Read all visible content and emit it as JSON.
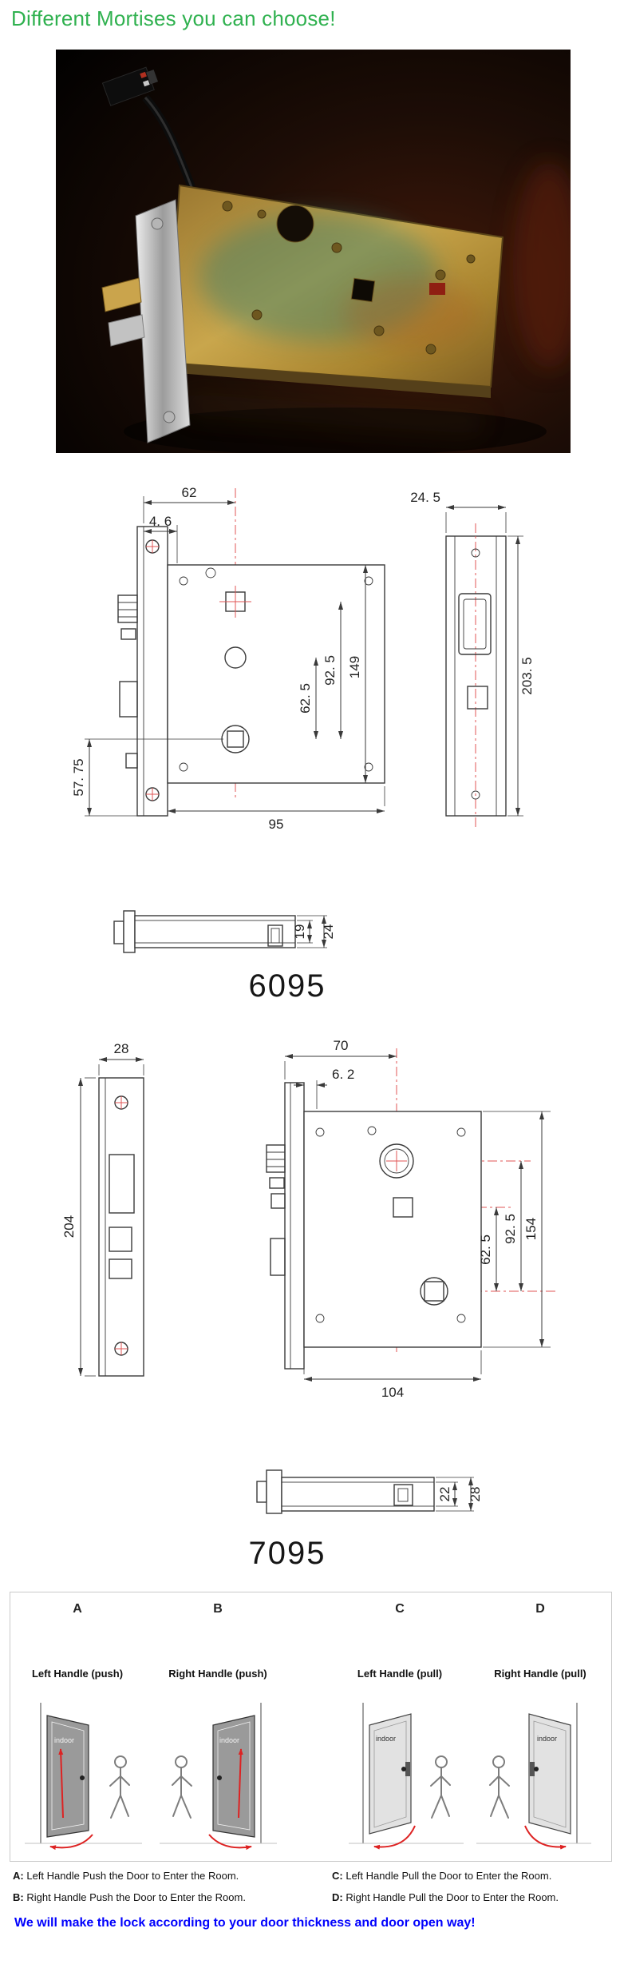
{
  "title": "Different Mortises you can choose!",
  "footer_note": "We will make the lock according to your door thickness and door open way!",
  "mortise_6095": {
    "model": "6095",
    "front_dims": {
      "backset": "62",
      "edge_offset": "4. 6",
      "hole_span_lower": "62. 5",
      "hole_span_upper": "92. 5",
      "body_height": "149",
      "bottom_offset": "57. 75",
      "body_width": "95"
    },
    "faceplate_dims": {
      "width": "24. 5",
      "height": "203. 5"
    },
    "edge_dims": {
      "inner": "19",
      "outer": "24"
    }
  },
  "mortise_7095": {
    "model": "7095",
    "faceplate_dims": {
      "width": "28",
      "height": "204"
    },
    "front_dims": {
      "backset": "70",
      "edge_offset": "6. 2",
      "hole_span_lower": "62. 5",
      "hole_span_upper": "92. 5",
      "body_height": "154",
      "body_width": "104"
    },
    "edge_dims": {
      "inner": "22",
      "outer": "28"
    }
  },
  "door_options": {
    "items": [
      {
        "key": "A",
        "label": "Left Handle (push)",
        "door_label": "indoor"
      },
      {
        "key": "B",
        "label": "Right Handle (push)",
        "door_label": "indoor"
      },
      {
        "key": "C",
        "label": "Left Handle (pull)",
        "door_label": "indoor"
      },
      {
        "key": "D",
        "label": "Right Handle (pull)",
        "door_label": "indoor"
      }
    ],
    "captions": [
      {
        "key": "A:",
        "text": "Left Handle Push the Door to Enter the Room."
      },
      {
        "key": "B:",
        "text": "Right Handle Push the Door to Enter the Room."
      },
      {
        "key": "C:",
        "text": "Left Handle Pull the Door to Enter the Room."
      },
      {
        "key": "D:",
        "text": "Right Handle Pull the Door to Enter the Room."
      }
    ]
  },
  "colors": {
    "title_green": "#2fb14f",
    "footer_blue": "#0101fd",
    "centerline_red": "#e05555",
    "arrow_red": "#dd2222",
    "drawing_line": "#3a3a3a"
  }
}
